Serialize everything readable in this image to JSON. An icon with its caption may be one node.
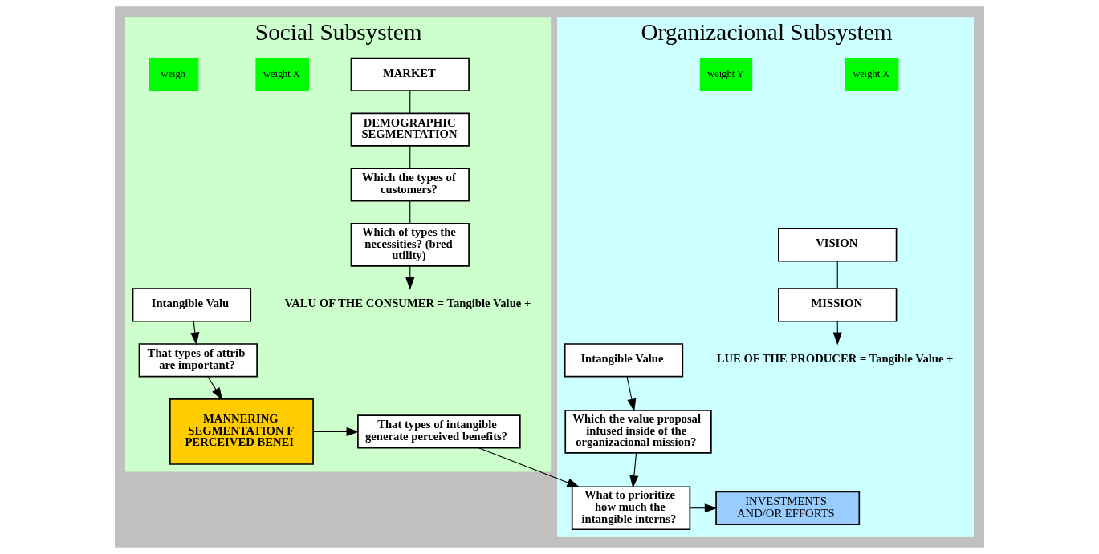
{
  "diagram": {
    "nodes": [
      {
        "text": [
          "Organizacional Subsystem"
        ]
      },
      {
        "text": [
          "VISION"
        ],
        "in": 0
      },
      {
        "text": [
          "MISSION"
        ],
        "in": 0
      },
      {
        "text": [
          "LUE OF THE PRODUCER = Tangible Value +"
        ],
        "in": 0
      },
      {
        "text": [
          "weight X"
        ],
        "in": 0
      },
      {
        "text": [
          "weight Y"
        ],
        "in": 0
      },
      {
        "text": [
          "Intangible Value"
        ],
        "in": 0
      },
      {
        "text": [
          "Which the value proposal infused inside of the organizacional mission?"
        ],
        "in": 0
      },
      {
        "text": [
          "What to prioritize how much the intangible interns?"
        ],
        "in": 0
      },
      {
        "text": [
          "INVESTMENTS AND/OR EFFORTS"
        ],
        "in": 0
      },
      {
        "text": [
          "Social Subsystem"
        ]
      },
      {
        "text": [
          "MARKET"
        ],
        "in": 10
      },
      {
        "text": [
          "DEMOGRAPHIC SEGMENTATION"
        ],
        "in": 10
      },
      {
        "text": [
          "Which the types of customers?"
        ],
        "in": 10
      },
      {
        "text": [
          "Which of types the necessities? (bred utility)"
        ],
        "in": 10
      },
      {
        "text": [
          "VALU OF THE CONSUMER = Tangible Value +"
        ],
        "in": 10
      },
      {
        "text": [
          "weight X"
        ],
        "in": 10
      },
      {
        "text": [
          "weigh"
        ],
        "in": 10
      },
      {
        "text": [
          "Intangible Valu"
        ],
        "in": 10
      },
      {
        "text": [
          "That types of attrib are important?"
        ],
        "in": 10
      },
      {
        "text": [
          "MANNERING SEGMENTATION F PERCEIVED BENEI"
        ],
        "in": 10
      },
      {
        "text": [
          "That types of intangible generate perceived benefits?"
        ],
        "in": 10
      }
    ],
    "edges": [
      {
        "from": 1,
        "to": 2,
        "arrow": "none"
      },
      {
        "from": 2,
        "to": 3,
        "arrow": "to"
      },
      {
        "from": 6,
        "to": 7,
        "arrow": "to"
      },
      {
        "from": 7,
        "to": 8,
        "arrow": "to"
      },
      {
        "from": 8,
        "to": 9,
        "arrow": "to"
      },
      {
        "from": 11,
        "to": 12,
        "arrow": "none"
      },
      {
        "from": 12,
        "to": 13,
        "arrow": "none"
      },
      {
        "from": 13,
        "to": 14,
        "arrow": "none"
      },
      {
        "from": 14,
        "to": 15,
        "arrow": "to"
      },
      {
        "from": 18,
        "to": 19,
        "arrow": "to"
      },
      {
        "from": 19,
        "to": 20,
        "arrow": "to"
      },
      {
        "from": 20,
        "to": 21,
        "arrow": "to"
      },
      {
        "from": 21,
        "to": 8,
        "arrow": "to"
      }
    ]
  }
}
